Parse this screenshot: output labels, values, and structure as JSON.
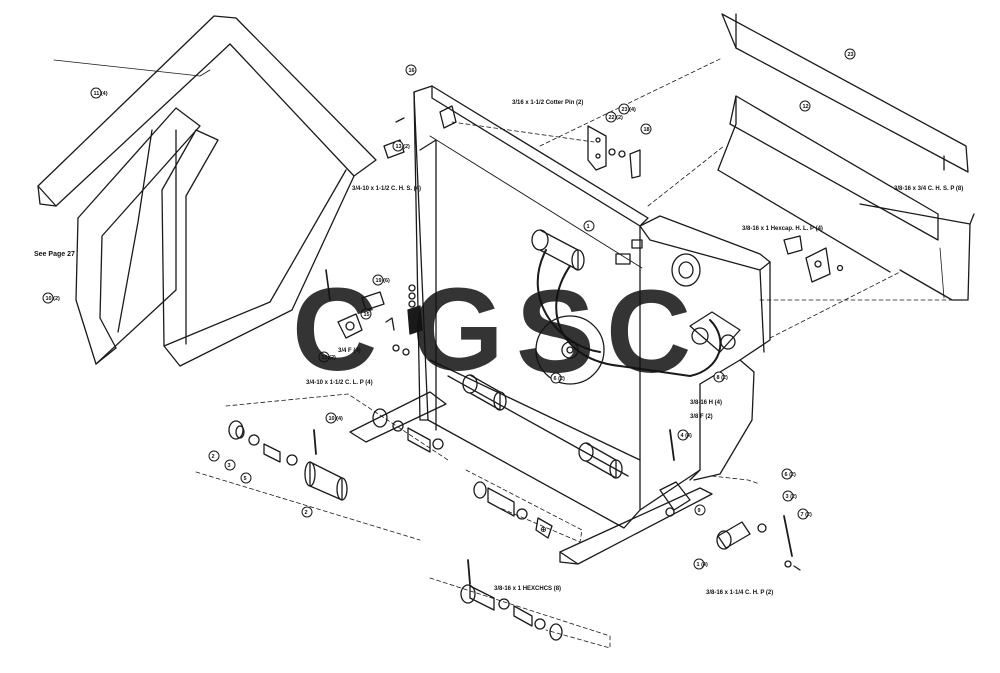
{
  "watermark": {
    "letters": [
      {
        "char": "C",
        "color": "#5b8def"
      },
      {
        "char": "G",
        "color": "#ef6b6b"
      },
      {
        "char": "S",
        "color": "#f3c73e"
      },
      {
        "char": "C",
        "color": "#3f9e6a"
      }
    ]
  },
  "labels": {
    "see_page": "See Page 27",
    "cotter_pin": "3/16 x 1-1/2 Cotter Pin (2)",
    "bolt_upper_left": "3/4-10 x 1-1/2 C. H. S. (4)",
    "bolt_right_top": "3/8-16 x 3/4 C. H. S. P (8)",
    "bolt_right_mid": "3/8-16 x 1 Hexcap. H. L. P (4)",
    "washer_left": "3/4 F (4)",
    "bolt_left_mid": "3/4-10 x 1-1/2 C. L. P (4)",
    "nut_right_a": "3/8-16 H (4)",
    "nut_right_b": "3/8 F (2)",
    "bolt_bottom_center": "3/8-16 x 1 HEXCHCS (8)",
    "bolt_bottom_right": "3/8-16 x 1-1/4 C. H. P (2)"
  },
  "callouts": [
    {
      "id": "c01",
      "text": "11 (4)"
    },
    {
      "id": "c02",
      "text": "16"
    },
    {
      "id": "c03",
      "text": "23"
    },
    {
      "id": "c04",
      "text": "12"
    },
    {
      "id": "c05",
      "text": "13 (2)"
    },
    {
      "id": "c06",
      "text": "23 (4)"
    },
    {
      "id": "c07",
      "text": "22 (2)"
    },
    {
      "id": "c08",
      "text": "18"
    },
    {
      "id": "c09",
      "text": "10 (2)"
    },
    {
      "id": "c10",
      "text": "1"
    },
    {
      "id": "c11",
      "text": "19 (6)"
    },
    {
      "id": "c12",
      "text": "13 (2)"
    },
    {
      "id": "c13",
      "text": "15"
    },
    {
      "id": "c14",
      "text": "6 (2)"
    },
    {
      "id": "c15",
      "text": "8 (2)"
    },
    {
      "id": "c16",
      "text": "10 (4)"
    },
    {
      "id": "c17",
      "text": "2"
    },
    {
      "id": "c18",
      "text": "3"
    },
    {
      "id": "c19",
      "text": "5"
    },
    {
      "id": "c20",
      "text": "2"
    },
    {
      "id": "c21",
      "text": "4 (4)"
    },
    {
      "id": "c22",
      "text": "6 (2)"
    },
    {
      "id": "c23",
      "text": "3 (2)"
    },
    {
      "id": "c24",
      "text": "7 (2)"
    },
    {
      "id": "c25",
      "text": "1 (4)"
    },
    {
      "id": "c26",
      "text": "9"
    }
  ]
}
